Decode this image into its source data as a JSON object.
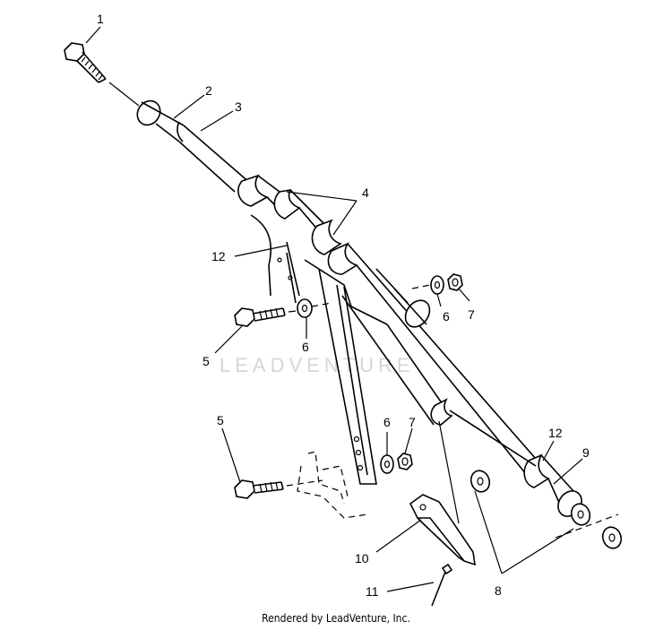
{
  "diagram": {
    "callouts": [
      "1",
      "2",
      "3",
      "4",
      "12",
      "5",
      "6",
      "7",
      "6",
      "9",
      "12",
      "5",
      "6",
      "7",
      "10",
      "8",
      "11"
    ],
    "watermark": "LEADVENTURE",
    "credit": "Rendered by LeadVenture, Inc."
  }
}
